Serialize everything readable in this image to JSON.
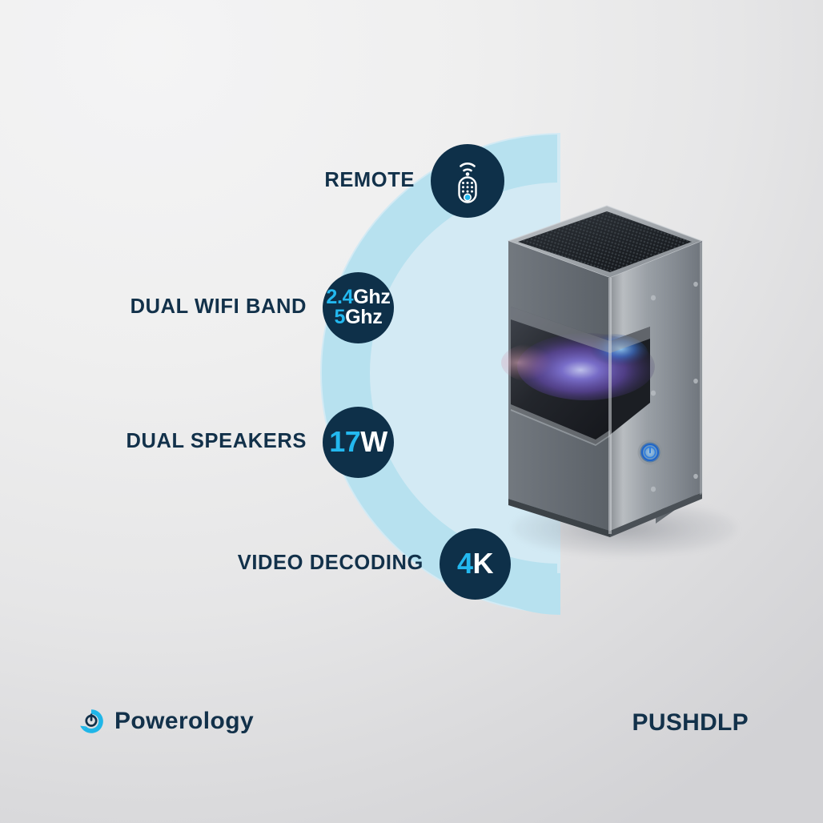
{
  "brand": {
    "name": "Powerology",
    "logo_icon": "powerology-logo-icon"
  },
  "model": {
    "name": "PUSHDLP"
  },
  "product": {
    "name": "projector",
    "icon": "dlp-projector-image",
    "power_button_icon": "power-button-icon"
  },
  "colors": {
    "navy": "#0e3049",
    "cyan": "#23b8ef",
    "arc_outer": "#b7e1ef",
    "arc_inner": "#cfe9f3",
    "label_text": "#12314a",
    "background_light": "#f4f4f5",
    "background_dark": "#d2d2d5"
  },
  "features": [
    {
      "id": "remote",
      "label": "REMOTE",
      "badge_type": "icon",
      "badge_icon": "remote-control-icon",
      "badge_lines": []
    },
    {
      "id": "dual-wifi-band",
      "label": "DUAL WIFI BAND",
      "badge_type": "text",
      "badge_lines": [
        {
          "highlight": "2.4",
          "rest": "Ghz"
        },
        {
          "highlight": "5",
          "rest": "Ghz"
        }
      ]
    },
    {
      "id": "dual-speakers",
      "label": "DUAL SPEAKERS",
      "badge_type": "text",
      "badge_lines": [
        {
          "highlight": "17",
          "rest": "W"
        }
      ]
    },
    {
      "id": "video-decoding",
      "label": "VIDEO DECODING",
      "badge_type": "text",
      "badge_lines": [
        {
          "highlight": "4",
          "rest": "K"
        }
      ]
    }
  ]
}
